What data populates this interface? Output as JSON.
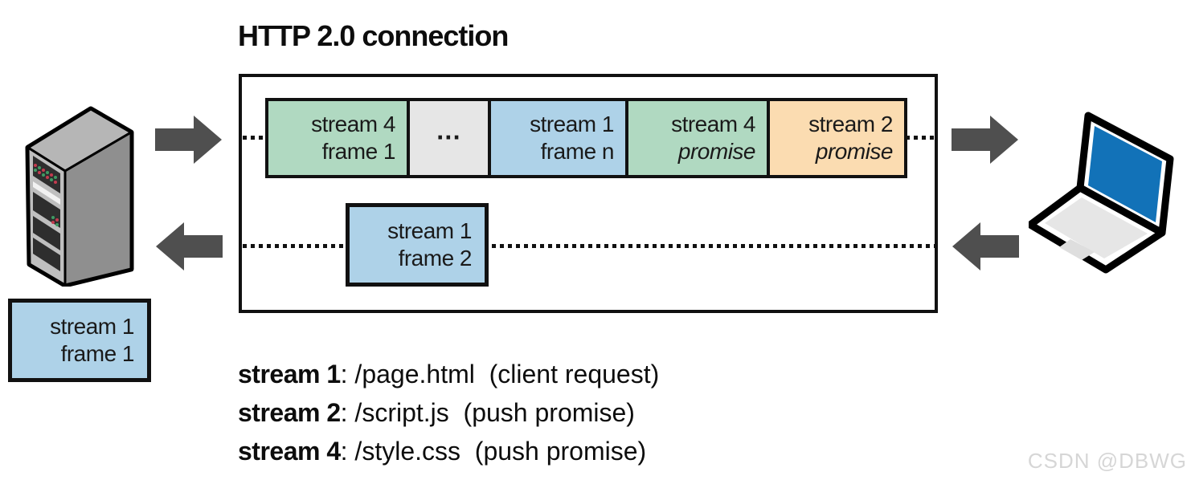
{
  "title": "HTTP 2.0 connection",
  "colors": {
    "frame_green": "#b0d9c1",
    "frame_blue": "#aed2e8",
    "frame_orange": "#fbdcb1",
    "frame_gray": "#e6e6e6",
    "outline_ink": "#111111",
    "arrow_gray": "#4f4f4f",
    "laptop_screen_blue": "#1272b8",
    "watermark_gray": "#d6d6d6"
  },
  "connection": {
    "frames": [
      {
        "line1": "stream 4",
        "line2": "frame 1"
      },
      {
        "line1": "···",
        "line2": ""
      },
      {
        "line1": "stream 1",
        "line2": "frame n"
      },
      {
        "line1": "stream 4",
        "line2": "promise"
      },
      {
        "line1": "stream 2",
        "line2": "promise"
      }
    ],
    "response_frame": {
      "line1": "stream 1",
      "line2": "frame 2"
    }
  },
  "server_frame": {
    "line1": "stream 1",
    "line2": "frame 1"
  },
  "legend": [
    {
      "label": "stream 1",
      "rest": ": /page.html  (client request)"
    },
    {
      "label": "stream 2",
      "rest": ": /script.js  (push promise)"
    },
    {
      "label": "stream 4",
      "rest": ": /style.css  (push promise)"
    }
  ],
  "watermark": "CSDN @DBWG"
}
